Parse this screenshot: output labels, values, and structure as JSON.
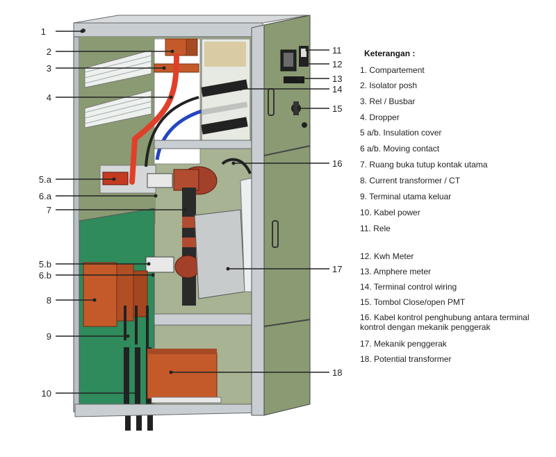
{
  "legend": {
    "title": "Keterangan :",
    "items": [
      "1. Compartement",
      "2. Isolator posh",
      "3. Rel / Busbar",
      "4. Dropper",
      "5 a/b. Insulation cover",
      "6 a/b. Moving contact",
      "7. Ruang buka tutup kontak utama",
      "8. Current transformer / CT",
      "9. Terminal utama keluar",
      "10. Kabel power",
      "11. Rele",
      "12. Kwh Meter",
      "13. Amphere meter",
      "14. Terminal control wiring",
      "15. Tombol Close/open PMT",
      "16. Kabel kontrol penghubung antara terminal kontrol dengan mekanik penggerak",
      "17. Mekanik penggerak",
      "18. Potential transformer"
    ]
  },
  "callouts": {
    "c1": "1",
    "c2": "2",
    "c3": "3",
    "c4": "4",
    "c5a": "5.a",
    "c6a": "6.a",
    "c7": "7",
    "c5b": "5.b",
    "c6b": "6.b",
    "c8": "8",
    "c9": "9",
    "c10": "10",
    "c11": "11",
    "c12": "12",
    "c13": "13",
    "c14": "14",
    "c15": "15",
    "c16": "16",
    "c17": "17",
    "c18": "18"
  },
  "colors": {
    "panel_green": "#8a9a72",
    "bus_compartment_green": "#2f8a5c",
    "frame_grey": "#bfc5c9",
    "copper": "#c45a2a",
    "cable_red": "#e0402a",
    "cable_blue": "#2446c0"
  }
}
